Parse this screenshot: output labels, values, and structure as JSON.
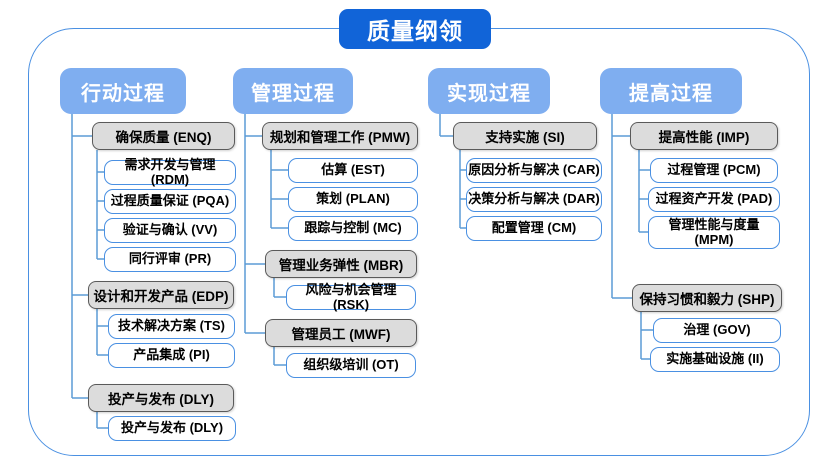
{
  "title": "质量纲领",
  "colors": {
    "title_bg": "#1164D8",
    "header_bg": "#7FAEF0",
    "gray_fill": "#DCDCDC",
    "gray_border": "#5A5A5A",
    "node_border": "#4A90E2",
    "connector": "#5B9BD5",
    "container_border": "#4A90E2"
  },
  "columns": [
    {
      "label": "行动过程",
      "groups": [
        {
          "label": "确保质量 (ENQ)",
          "children": [
            "需求开发与管理 (RDM)",
            "过程质量保证 (PQA)",
            "验证与确认 (VV)",
            "同行评审 (PR)"
          ]
        },
        {
          "label": "设计和开发产品 (EDP)",
          "children": [
            "技术解决方案 (TS)",
            "产品集成 (PI)"
          ]
        },
        {
          "label": "投产与发布 (DLY)",
          "children": [
            "投产与发布 (DLY)"
          ]
        }
      ]
    },
    {
      "label": "管理过程",
      "groups": [
        {
          "label": "规划和管理工作 (PMW)",
          "children": [
            "估算 (EST)",
            "策划 (PLAN)",
            "跟踪与控制 (MC)"
          ]
        },
        {
          "label": "管理业务弹性 (MBR)",
          "children": [
            "风险与机会管理 (RSK)"
          ]
        },
        {
          "label": "管理员工 (MWF)",
          "children": [
            "组织级培训 (OT)"
          ]
        }
      ]
    },
    {
      "label": "实现过程",
      "groups": [
        {
          "label": "支持实施 (SI)",
          "children": [
            "原因分析与解决 (CAR)",
            "决策分析与解决 (DAR)",
            "配置管理 (CM)"
          ]
        }
      ]
    },
    {
      "label": "提高过程",
      "groups": [
        {
          "label": "提高性能 (IMP)",
          "children": [
            "过程管理 (PCM)",
            "过程资产开发 (PAD)",
            "管理性能与度量 (MPM)"
          ]
        },
        {
          "label": "保持习惯和毅力 (SHP)",
          "children": [
            "治理 (GOV)",
            "实施基础设施 (II)"
          ]
        }
      ]
    }
  ]
}
